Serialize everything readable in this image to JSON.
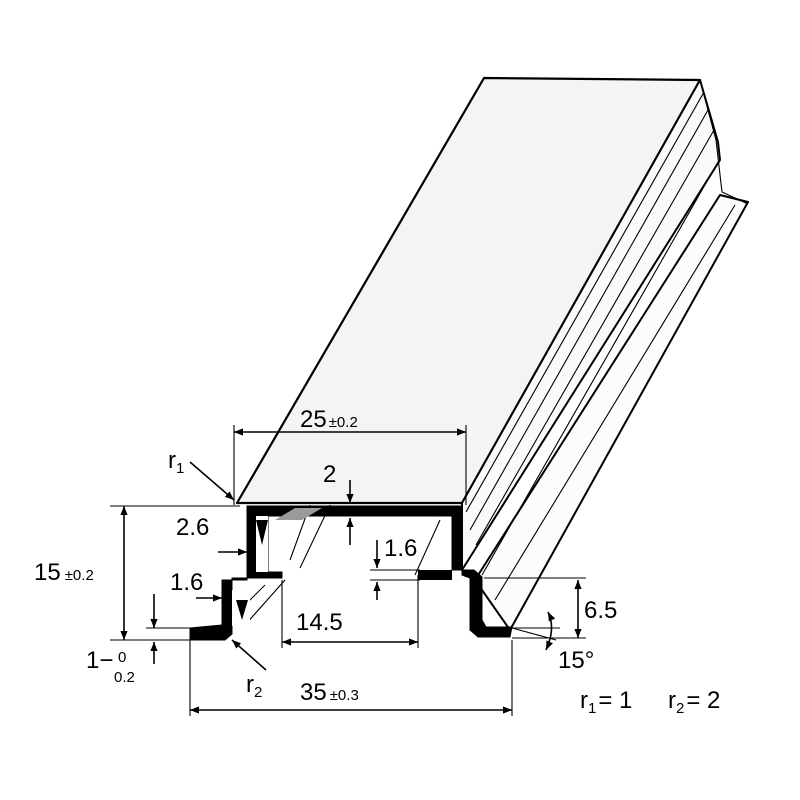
{
  "dimensions": {
    "top_width": "25",
    "top_width_tol": "±0.2",
    "thickness_top": "2",
    "inner_offset": "2.6",
    "inner_lip": "1.6",
    "lower_lip": "1.6",
    "height": "15",
    "height_tol": "±0.2",
    "base_thickness": "1",
    "base_tol_upper": "0",
    "base_tol_lower": "0.2",
    "inner_width": "14.5",
    "flange_height": "6.5",
    "overall_width": "35",
    "overall_width_tol": "±0.3",
    "angle": "15°"
  },
  "labels": {
    "r1": "r",
    "r1_sub": "1",
    "r2": "r",
    "r2_sub": "2",
    "legend_r1": "r",
    "legend_r1_sub": "1",
    "legend_r1_val": "= 1",
    "legend_r2": "r",
    "legend_r2_sub": "2",
    "legend_r2_val": "= 2"
  }
}
